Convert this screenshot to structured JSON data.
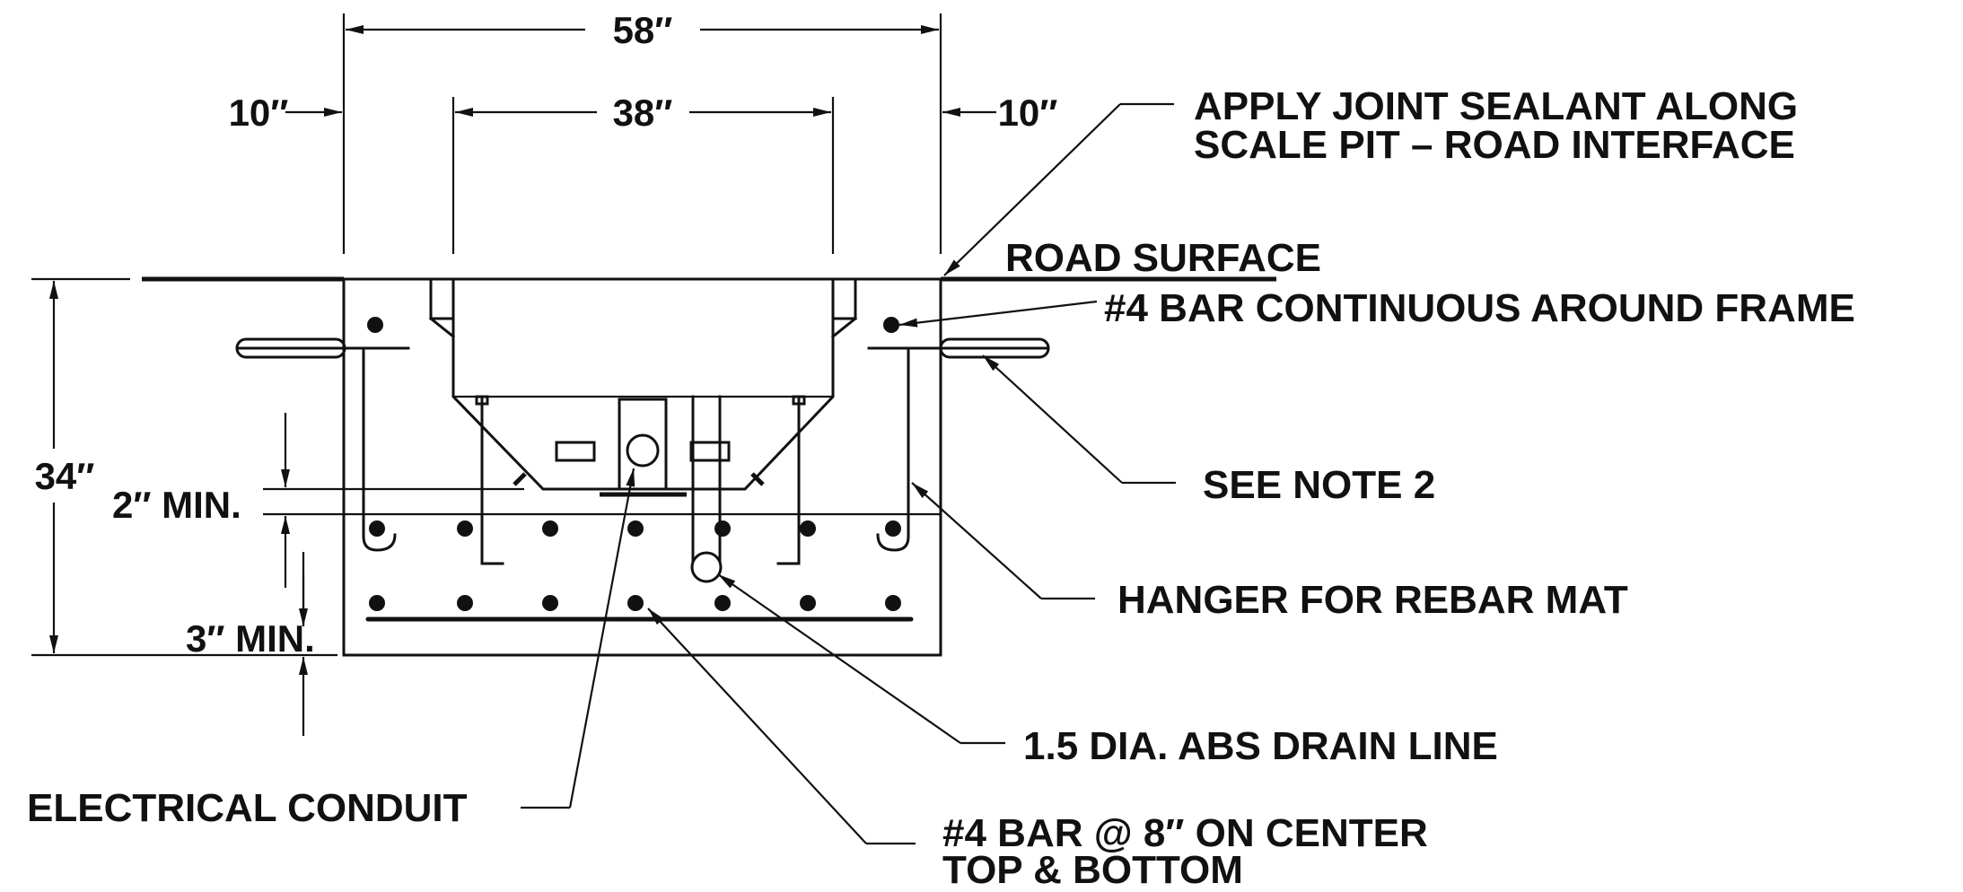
{
  "dimensions": {
    "overall_width": "58″",
    "inner_width": "38″",
    "left_wall": "10″",
    "right_wall": "10″",
    "depth": "34″",
    "top_cover": "2″ MIN.",
    "bottom_cover": "3″ MIN."
  },
  "notes": {
    "joint_sealant_line1": "APPLY JOINT SEALANT ALONG",
    "joint_sealant_line2": "SCALE PIT – ROAD INTERFACE",
    "road_surface": "ROAD SURFACE",
    "bar_around_frame": "#4 BAR CONTINUOUS AROUND FRAME",
    "see_note": "SEE NOTE 2",
    "hanger": "HANGER FOR REBAR MAT",
    "drain_line": "1.5 DIA. ABS DRAIN LINE",
    "electrical_conduit": "ELECTRICAL CONDUIT",
    "rebar_spacing_line1": "#4 BAR @ 8″ ON CENTER",
    "rebar_spacing_line2": "TOP & BOTTOM"
  },
  "colors": {
    "ink": "#111111",
    "paper": "#ffffff"
  }
}
